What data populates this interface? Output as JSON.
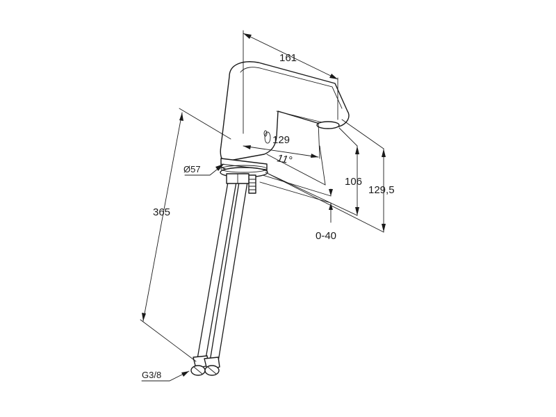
{
  "dimensions": {
    "spout_length": "161",
    "aerator_offset": "129",
    "angle": "11°",
    "body_diameter": "Ø57",
    "overall_height": "129,5",
    "spout_height": "106",
    "deck_thickness": "0-40",
    "hose_length": "365",
    "connection_thread": "G3/8"
  }
}
